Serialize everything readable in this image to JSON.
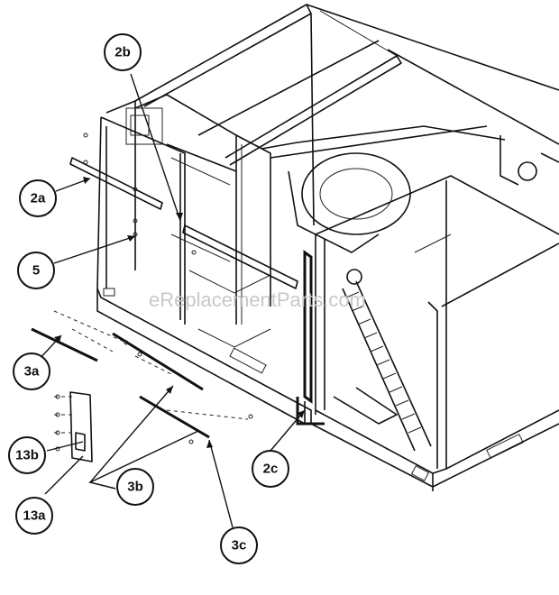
{
  "watermark": "eReplacementParts.com",
  "callouts": [
    {
      "id": "2b",
      "label": "2b"
    },
    {
      "id": "2a",
      "label": "2a"
    },
    {
      "id": "5",
      "label": "5"
    },
    {
      "id": "3a",
      "label": "3a"
    },
    {
      "id": "13b",
      "label": "13b"
    },
    {
      "id": "13a",
      "label": "13a"
    },
    {
      "id": "3b",
      "label": "3b"
    },
    {
      "id": "2c",
      "label": "2c"
    },
    {
      "id": "3c",
      "label": "3c"
    }
  ]
}
